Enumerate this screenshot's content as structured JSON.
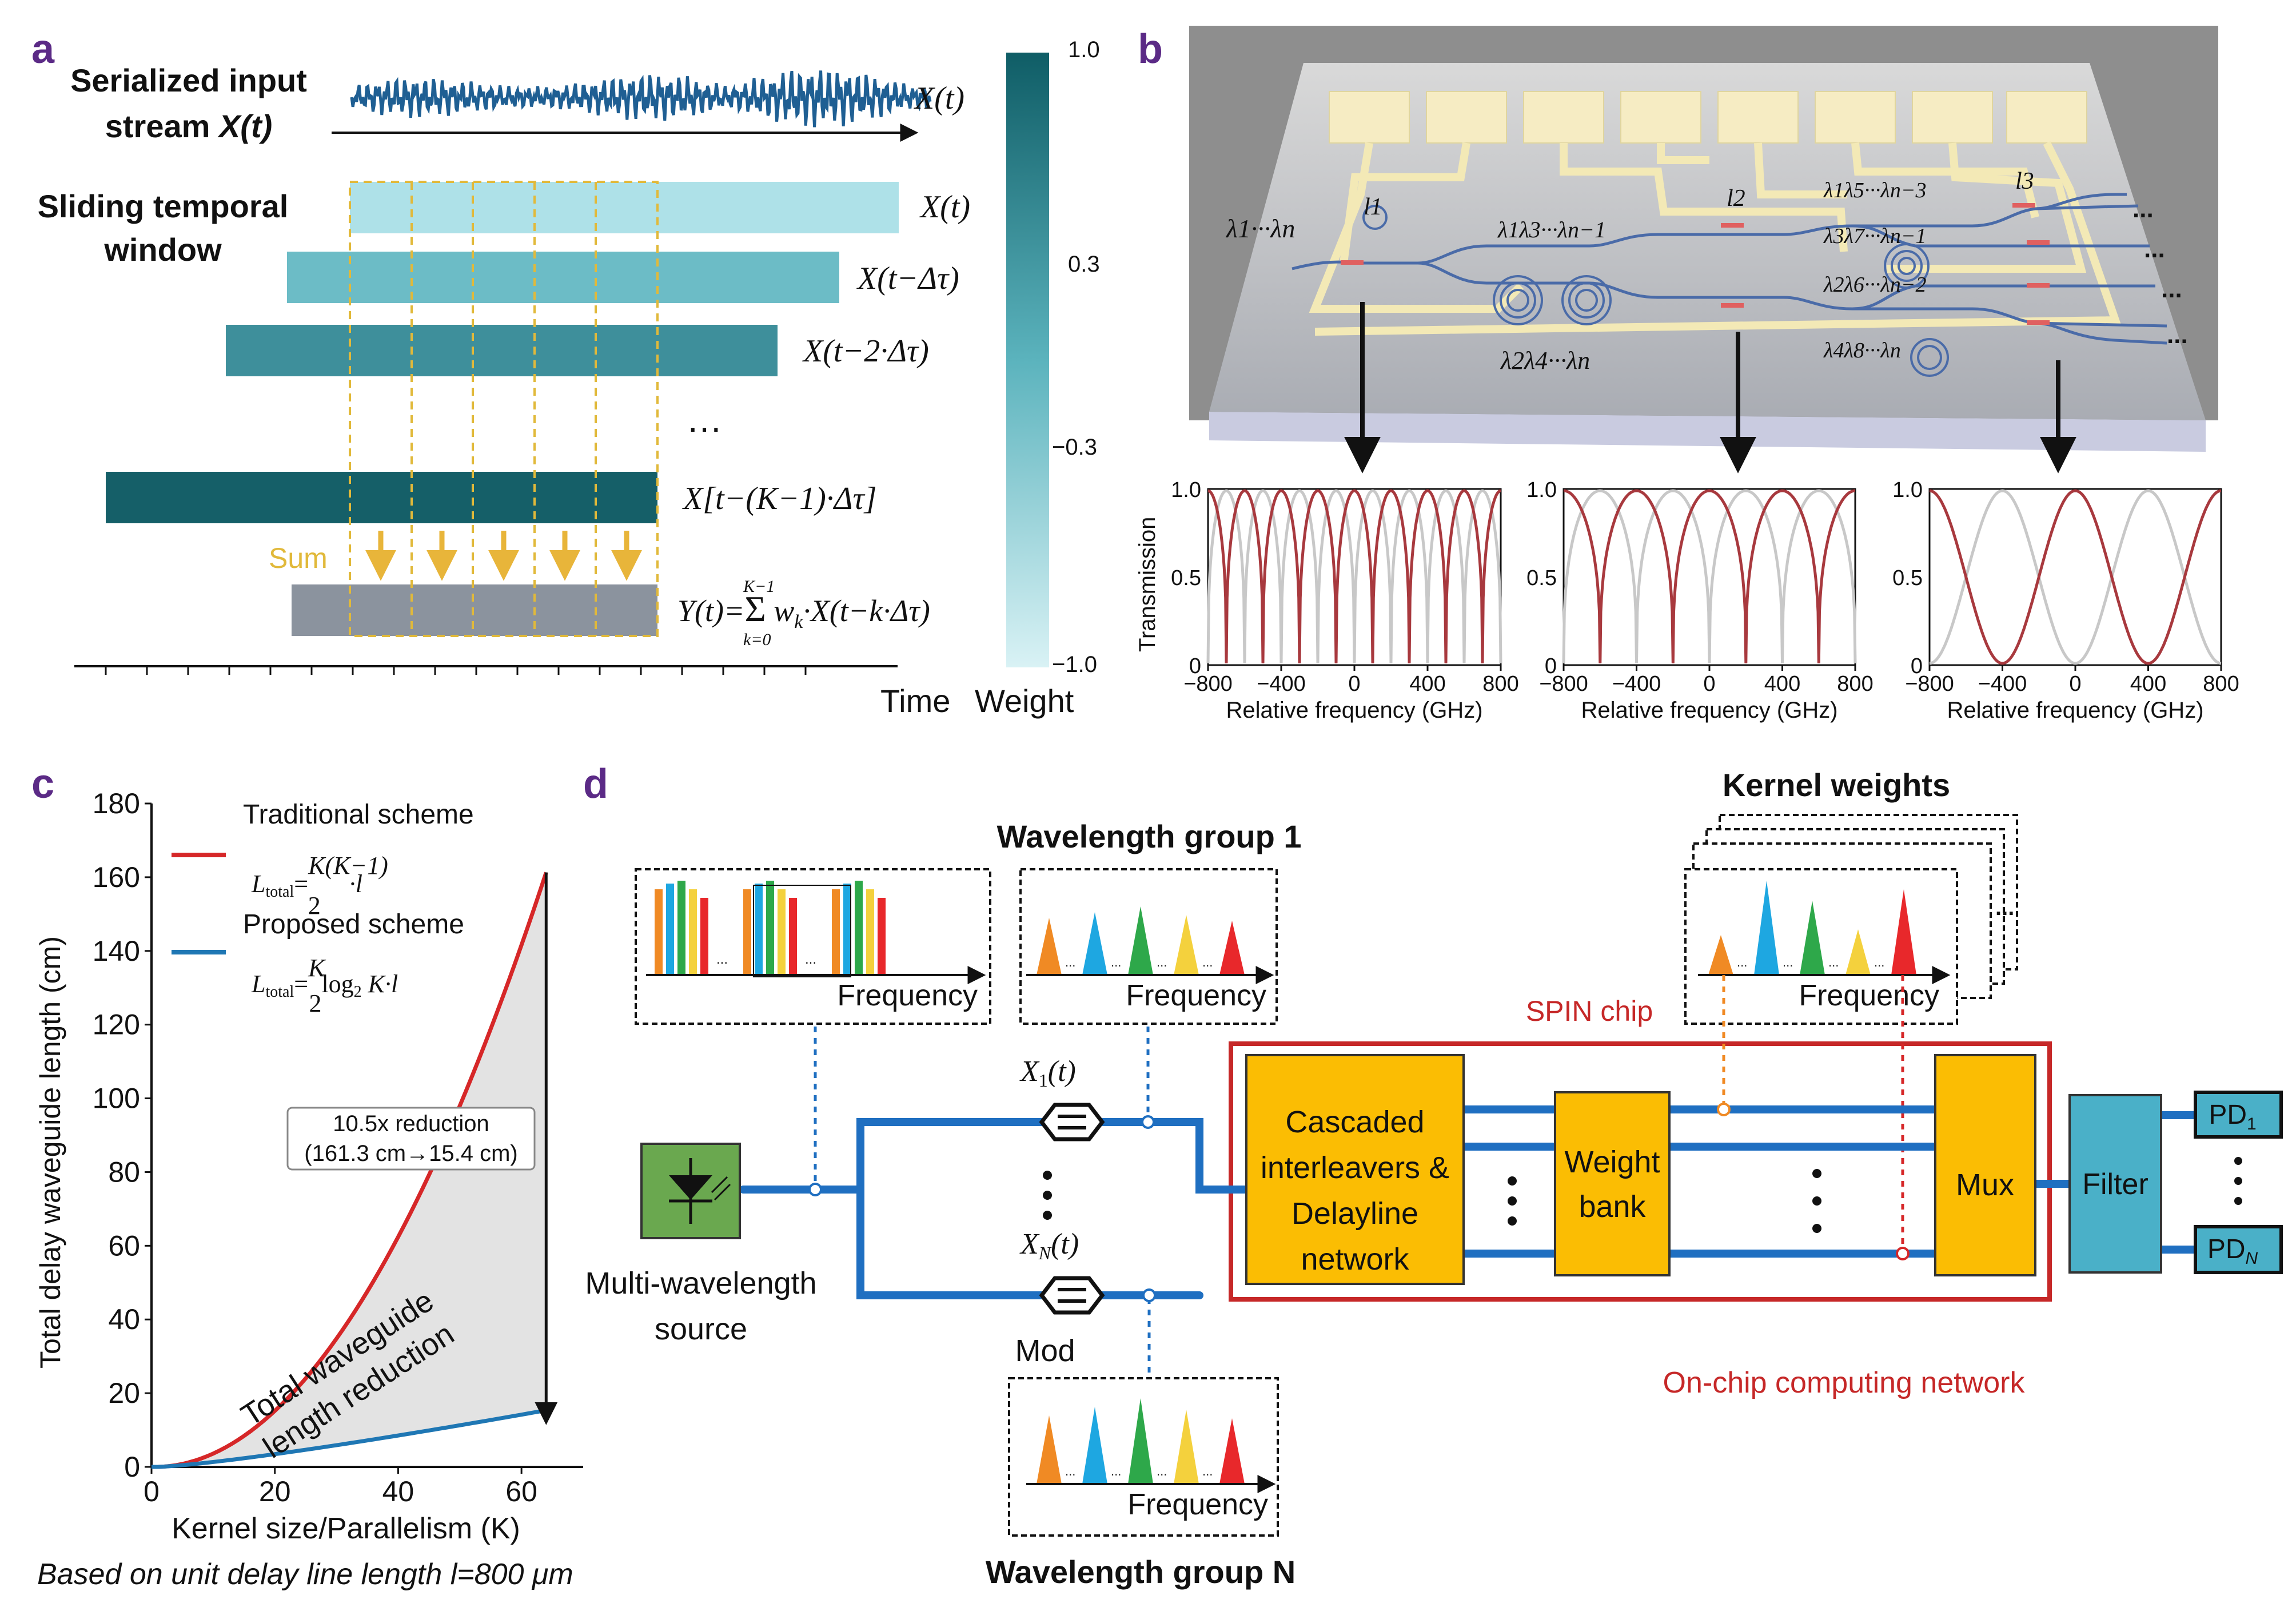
{
  "panels": {
    "a": "a",
    "b": "b",
    "c": "c",
    "d": "d"
  },
  "a": {
    "serialized_title_line1": "Serialized input",
    "serialized_title_line2_prefix": "stream ",
    "serialized_title_line2_var": "X(t)",
    "xt_label": "X(t)",
    "sliding_title_line1": "Sliding temporal",
    "sliding_title_line2": "window",
    "rows": [
      "X(t)",
      "X(t−Δτ)",
      "X(t−2·Δτ)",
      "X[t−(K−1)·Δτ]"
    ],
    "ellipsis": "…",
    "sum_label": "Sum",
    "output_formula": "Y(t)=Σ w_k·X(t−k·Δτ)",
    "sum_upper": "K−1",
    "sum_lower": "k=0",
    "time_label": "Time",
    "weight_label": "Weight",
    "colorbar_ticks": [
      "1.0",
      "0.3",
      "−0.3",
      "−1.0"
    ]
  },
  "b": {
    "labels": [
      "λ1···λn",
      "λ1λ3···λn−1",
      "λ2λ4···λn",
      "λ1λ5···λn−3",
      "λ3λ7···λn−1",
      "λ2λ6···λn−2",
      "λ4λ8···λn",
      "l1",
      "l2",
      "l3",
      "..."
    ],
    "subplot_ylabel": "Transmission",
    "subplot_xlabel": "Relative frequency (GHz)",
    "subplot_xticks": [
      "−800",
      "−400",
      "0",
      "400",
      "800"
    ],
    "subplot_yticks": [
      "0",
      "0.5",
      "1.0"
    ],
    "subplot_periods_ghz": [
      200,
      400,
      800
    ],
    "colors": {
      "red": "#a8393e",
      "grey": "#c8c8c8"
    }
  },
  "chart_data": [
    {
      "type": "line",
      "panel": "c",
      "xlabel": "Kernel size/Parallelism (K)",
      "ylabel": "Total delay waveguide length (cm)",
      "xlim": [
        0,
        70
      ],
      "ylim": [
        0,
        180
      ],
      "xticks": [
        "0",
        "20",
        "40",
        "60"
      ],
      "yticks": [
        "0",
        "20",
        "40",
        "60",
        "80",
        "100",
        "120",
        "140",
        "160",
        "180"
      ],
      "series": [
        {
          "name": "Traditional scheme",
          "formula": "L_total = K(K−1)/2 · l",
          "color": "#d62728",
          "x": [
            0,
            8,
            16,
            24,
            32,
            40,
            48,
            56,
            64
          ],
          "values": [
            0,
            2.24,
            9.6,
            22.1,
            39.7,
            62.4,
            90.2,
            123.2,
            161.3
          ]
        },
        {
          "name": "Proposed scheme",
          "formula": "L_total = K/2 log2 K · l",
          "color": "#1f77b4",
          "x": [
            0,
            8,
            16,
            24,
            32,
            40,
            48,
            56,
            64
          ],
          "values": [
            0,
            0.96,
            2.56,
            4.4,
            6.4,
            8.5,
            10.7,
            13.0,
            15.4
          ]
        }
      ],
      "annotation_box": [
        "10.5x reduction",
        "(161.3 cm→15.4 cm)"
      ],
      "area_label": [
        "Total waveguide",
        "length reduction"
      ],
      "footnote": "Based on unit delay line length l=800 μm"
    }
  ],
  "d": {
    "kernel_weights": "Kernel weights",
    "wavelength_group_1": "Wavelength group 1",
    "wavelength_group_n": "Wavelength group N",
    "frequency": "Frequency",
    "spin_chip": "SPIN chip",
    "on_chip_network": "On-chip computing network",
    "source_label_line1": "Multi-wavelength",
    "source_label_line2": "source",
    "mod_label": "Mod",
    "x1": "X1(t)",
    "xn": "XN(t)",
    "block_interleavers": [
      "Cascaded",
      "interleavers &",
      "Delayline",
      "network"
    ],
    "block_weight": [
      "Weight",
      "bank"
    ],
    "block_mux": "Mux",
    "block_filter": "Filter",
    "pd1": "PD1",
    "pdn": "PDN",
    "colors": {
      "block": "#fbbd03",
      "filter": "#4ab0c8",
      "line": "#1f6fc1",
      "chip": "#c62828",
      "source": "#6aa84f"
    }
  }
}
